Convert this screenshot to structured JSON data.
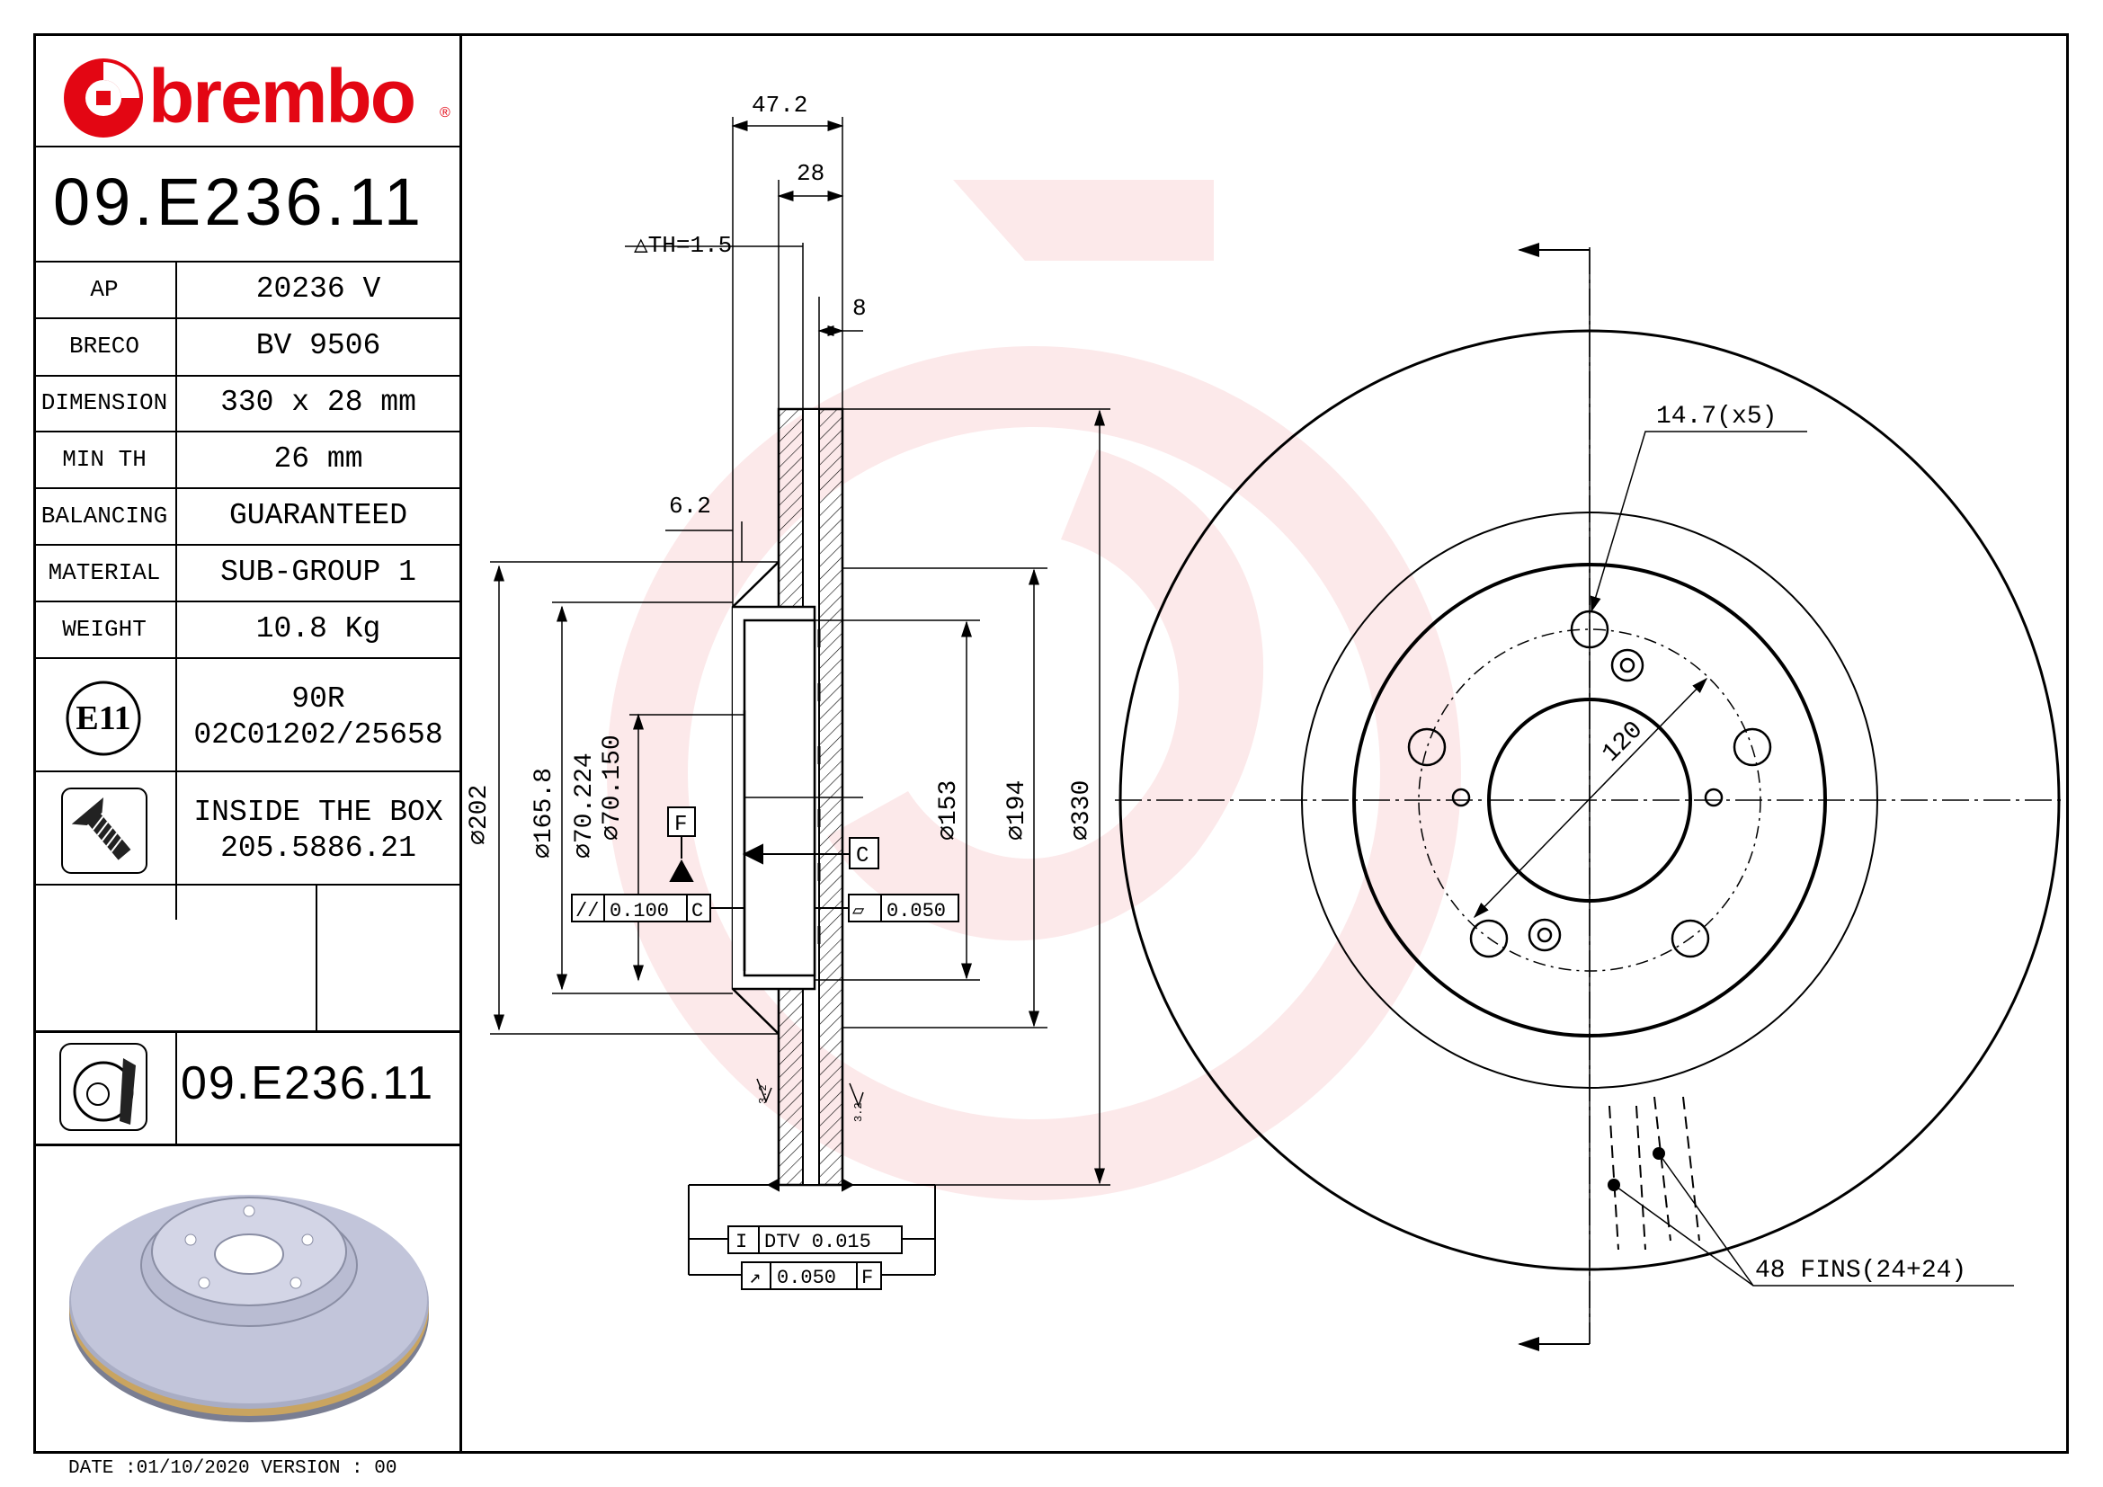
{
  "brand": {
    "name": "brembo",
    "color": "#e30613",
    "registered": "®"
  },
  "part_number": "09.E236.11",
  "specs": [
    {
      "label": "AP",
      "value": "20236 V"
    },
    {
      "label": "BRECO",
      "value": "BV 9506"
    },
    {
      "label": "DIMENSION",
      "value": "330 x 28 mm"
    },
    {
      "label": "MIN TH",
      "value": "26 mm"
    },
    {
      "label": "BALANCING",
      "value": "GUARANTEED"
    },
    {
      "label": "MATERIAL",
      "value": "SUB-GROUP 1"
    },
    {
      "label": "WEIGHT",
      "value": "10.8 Kg"
    }
  ],
  "homologation": {
    "mark": "E11",
    "line1": "90R",
    "line2": "02C01202/25658"
  },
  "inside_box": {
    "line1": "INSIDE THE BOX",
    "line2": "205.5886.21"
  },
  "part_number_repeat": "09.E236.11",
  "footer": "DATE :01/10/2020 VERSION : 00",
  "dimensions": {
    "overall_width": "47.2",
    "thickness": "28",
    "th_tolerance": "△TH=1.5",
    "fin_gap": "8",
    "hat_offset": "6.2",
    "d_202": "⌀202",
    "d_165": "⌀165.8",
    "d_70_224": "⌀70.224",
    "d_70_150": "⌀70.150",
    "d_153": "⌀153",
    "d_194": "⌀194",
    "d_330": "⌀330",
    "datum_f": "F",
    "datum_c": "C",
    "parallel_tol": "0.100",
    "parallel_ref": "C",
    "flat_tol": "0.050",
    "roughness_left": "3.2",
    "roughness_right": "3.2",
    "dtv": "DTV  0.015",
    "runout_tol": "0.050",
    "runout_ref": "F",
    "bolt_hole": "14.7(x5)",
    "pcd": "120",
    "fins": "48 FINS(24+24)"
  }
}
